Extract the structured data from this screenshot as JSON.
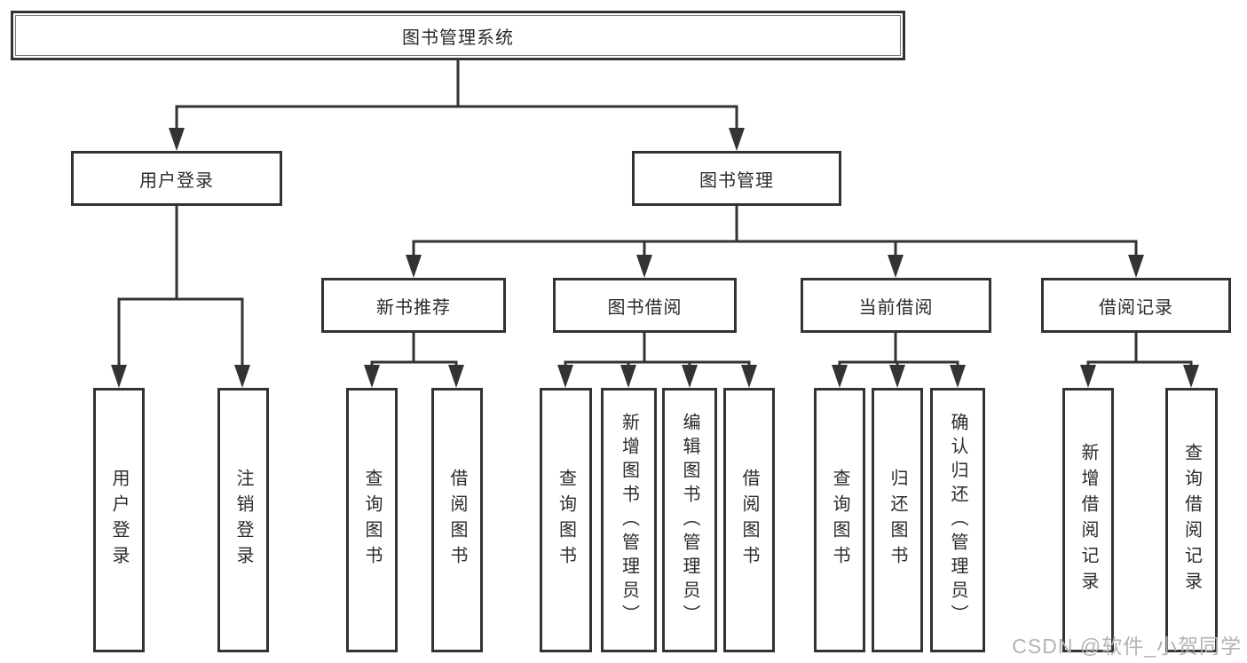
{
  "diagram": {
    "title": "图书管理系统",
    "user_login": {
      "label": "用户登录",
      "children": [
        "用户登录",
        "注销登录"
      ]
    },
    "book_mgmt": {
      "label": "图书管理",
      "sections": [
        {
          "label": "新书推荐",
          "children": [
            "查询图书",
            "借阅图书"
          ]
        },
        {
          "label": "图书借阅",
          "children": [
            "查询图书",
            "新增图书（管理员）",
            "编辑图书（管理员）",
            "借阅图书"
          ]
        },
        {
          "label": "当前借阅",
          "children": [
            "查询图书",
            "归还图书",
            "确认归还（管理员）"
          ]
        },
        {
          "label": "借阅记录",
          "children": [
            "新增借阅记录",
            "查询借阅记录"
          ]
        }
      ]
    }
  },
  "watermark": {
    "text": "CSDN @软件_小贺同学"
  },
  "colors": {
    "line": "#333333",
    "box_fill": "#ffffff",
    "text": "#2b2b2b",
    "watermark": "#b3b3b3",
    "background": "#ffffff"
  }
}
